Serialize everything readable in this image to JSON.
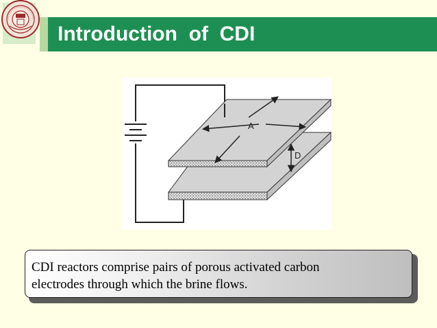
{
  "slide": {
    "title": "Introduction  of  CDI",
    "logo_icon": "university-seal-icon",
    "colors": {
      "background": "#FFFFE6",
      "title_bar": "#1E8F52",
      "title_text": "#FFFFFF"
    }
  },
  "figure": {
    "area_label": "A",
    "distance_label": "D",
    "icons": [
      "battery-icon",
      "wire-icon",
      "electrode-plate-icon"
    ]
  },
  "callout": {
    "line1": "CDI reactors comprise pairs of porous activated carbon",
    "line2": "electrodes through which the brine flows."
  }
}
